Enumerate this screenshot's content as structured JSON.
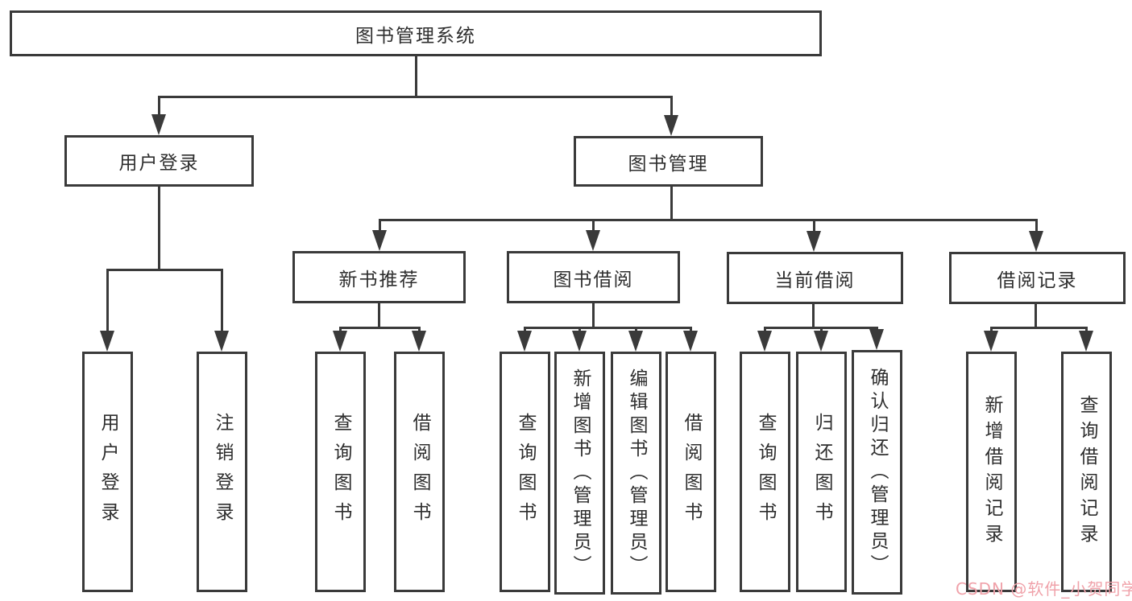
{
  "nodes": {
    "root": {
      "label": "图书管理系统"
    },
    "l2": [
      {
        "label": "用户登录"
      },
      {
        "label": "图书管理"
      }
    ],
    "l3": [
      {
        "label": "新书推荐"
      },
      {
        "label": "图书借阅"
      },
      {
        "label": "当前借阅"
      },
      {
        "label": "借阅记录"
      }
    ],
    "l4": [
      {
        "label": "用户登录"
      },
      {
        "label": "注销登录"
      },
      {
        "label": "查询图书"
      },
      {
        "label": "借阅图书"
      },
      {
        "label": "查询图书"
      },
      {
        "label": "新增图书（管理员）"
      },
      {
        "label": "编辑图书（管理员）"
      },
      {
        "label": "借阅图书"
      },
      {
        "label": "查询图书"
      },
      {
        "label": "归还图书"
      },
      {
        "label": "确认归还（管理员）"
      },
      {
        "label": "新增借阅记录"
      },
      {
        "label": "查询借阅记录"
      }
    ]
  },
  "watermark": {
    "text": "CSDN @软件_小贺同学"
  },
  "colors": {
    "line": "#3a3a3a",
    "text": "#2e2e2e",
    "watermark": "#f0a2aa",
    "background": "#ffffff"
  }
}
